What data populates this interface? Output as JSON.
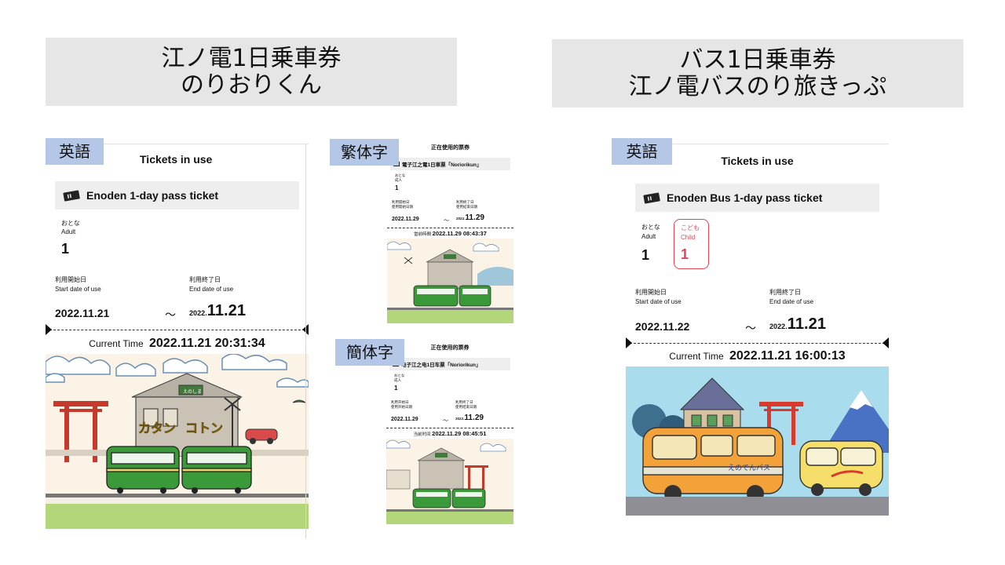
{
  "titles": {
    "left": [
      "江ノ電1日乗車券",
      "のりおりくん"
    ],
    "right": [
      "バス1日乗車券",
      "江ノ電バスのり旅きっぷ"
    ]
  },
  "tags": {
    "english_left": "英語",
    "traditional": "繁体字",
    "simplified": "簡体字",
    "english_right": "英語"
  },
  "tickets": {
    "en_train": {
      "header": "Tickets in use",
      "pass_name": "Enoden 1-day pass ticket",
      "adult_jp": "おとな",
      "adult_label": "Adult",
      "adult_count": "1",
      "start_jp": "利用開始日",
      "start_label": "Start date of use",
      "end_jp": "利用終了日",
      "end_label": "End date of use",
      "start_date": "2022.11.21",
      "tilde": "～",
      "end_year": "2022.",
      "end_day": "11.21",
      "current_label": "Current Time",
      "current_time": "2022.11.21 20:31:34",
      "art_sign": "えのしま",
      "art_text1": "カタン",
      "art_text2": "コトン"
    },
    "tc_train": {
      "header": "正在使用的票券",
      "pass_name": "電子江之電1日車票「Noriorikun」",
      "adult_jp": "おとな",
      "adult_label": "成人",
      "adult_count": "1",
      "start_label": "利用開始日",
      "start_sub": "使用開始日期",
      "end_label": "利用終了日",
      "end_sub": "使用結束日期",
      "start_date": "2022.11.29",
      "tilde": "～",
      "end_year": "2022.",
      "end_day": "11.29",
      "current_label": "當前時間",
      "current_time": "2022.11.29 08:43:37"
    },
    "sc_train": {
      "header": "正在使用的票券",
      "pass_name": "电子江之电1日车票「Noriorikun」",
      "adult_jp": "おとな",
      "adult_label": "成人",
      "adult_count": "1",
      "start_label": "利用开始日",
      "start_sub": "使用开始日期",
      "end_label": "利用终了日",
      "end_sub": "使用结束日期",
      "start_date": "2022.11.29",
      "tilde": "～",
      "end_year": "2022.",
      "end_day": "11.29",
      "current_label": "当前时间",
      "current_time": "2022.11.29 08:45:51"
    },
    "en_bus": {
      "header": "Tickets in use",
      "pass_name": "Enoden Bus 1-day pass ticket",
      "adult_jp": "おとな",
      "adult_label": "Adult",
      "adult_count": "1",
      "child_jp": "こども",
      "child_label": "Child",
      "child_count": "1",
      "start_jp": "利用開始日",
      "start_label": "Start date of use",
      "end_jp": "利用終了日",
      "end_label": "End date of use",
      "start_date": "2022.11.22",
      "tilde": "～",
      "end_year": "2022.",
      "end_day": "11.21",
      "current_label": "Current Time",
      "current_time": "2022.11.21 16:00:13",
      "art_bus_text": "えのでんバス"
    }
  },
  "colors": {
    "title_bg": "#e6e6e6",
    "tag_bg": "#b4c7e7",
    "train_green": "#2e8b2e",
    "child_red": "#e04555"
  }
}
